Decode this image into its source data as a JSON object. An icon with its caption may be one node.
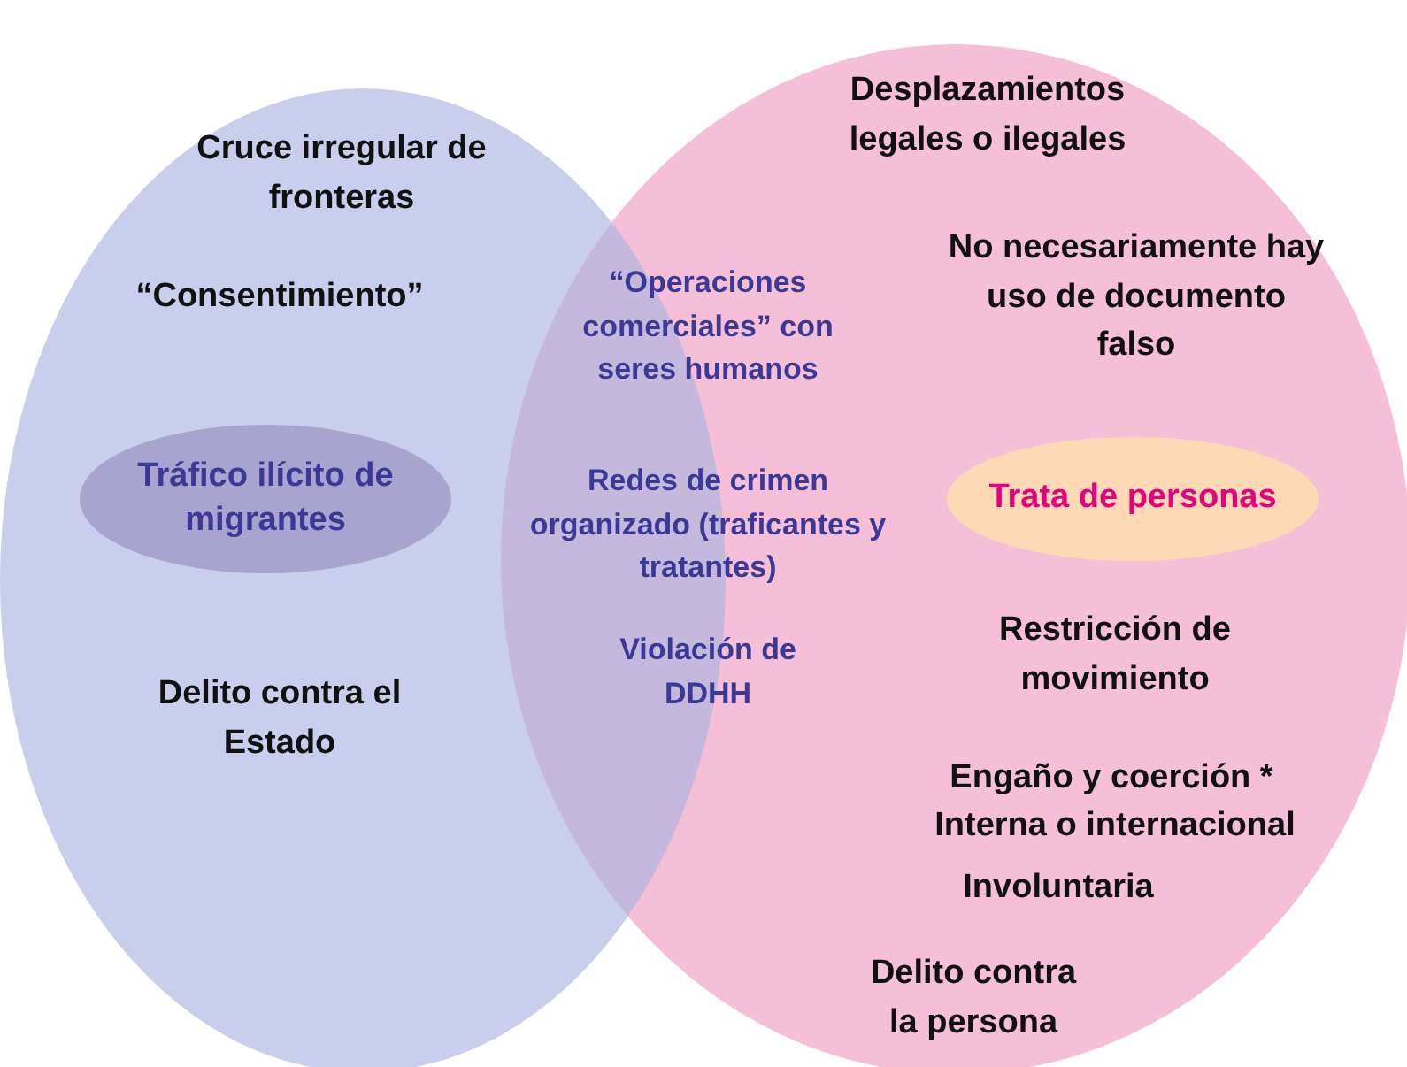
{
  "diagram": {
    "nodes": [
      {
        "text": [],
        "shape": "circle"
      },
      {
        "text": [
          "Tráfico ilícito de migrantes"
        ],
        "in": 0
      },
      {
        "text": [],
        "shape": "circle"
      },
      {
        "text": [
          "Trata de personas"
        ],
        "in": 2
      }
    ],
    "labels": [
      "Desplazamientos legales o ilegales",
      "Cruce irregular de fronteras",
      "No necesariamente hay uso de documento falso",
      "“Consentimiento”",
      "“Operaciones comerciales” con seres humanos",
      "Redes de crimen organizado (traficantes y tratantes)",
      "Violación de DDHH",
      "Restricción de movimiento",
      "Delito contra el Estado",
      "Engaño y coerción *",
      "Interna o internacional",
      "Involuntaria",
      "Delito contra la persona"
    ]
  }
}
